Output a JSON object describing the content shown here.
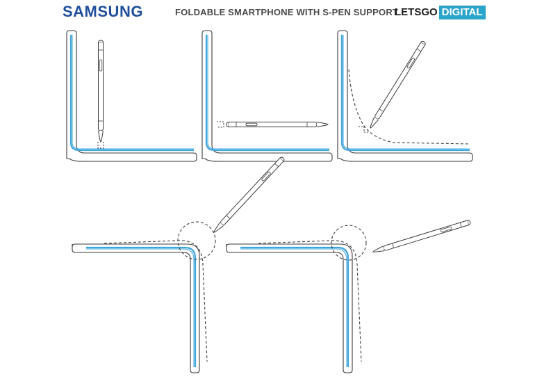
{
  "header": {
    "brand": "SAMSUNG",
    "title": "FOLDABLE SMARTPHONE WITH S-PEN SUPPORT",
    "logo": {
      "part_a": "LETSGO",
      "part_b": "DIGITAL"
    }
  },
  "colors": {
    "brand": "#1f4e9c",
    "display_blue": "#3fa6dd",
    "line": "#3a3a3a",
    "logo_accent": "#2aa4c9"
  },
  "figures": [
    {
      "id": "fig-1",
      "pose": "upright-fold-vertical-pen"
    },
    {
      "id": "fig-2",
      "pose": "upright-fold-horizontal-pen"
    },
    {
      "id": "fig-3",
      "pose": "upright-fold-angled-pen"
    },
    {
      "id": "fig-4",
      "pose": "inverted-fold-pen-at-hinge"
    },
    {
      "id": "fig-5",
      "pose": "inverted-fold-pen-right"
    }
  ]
}
